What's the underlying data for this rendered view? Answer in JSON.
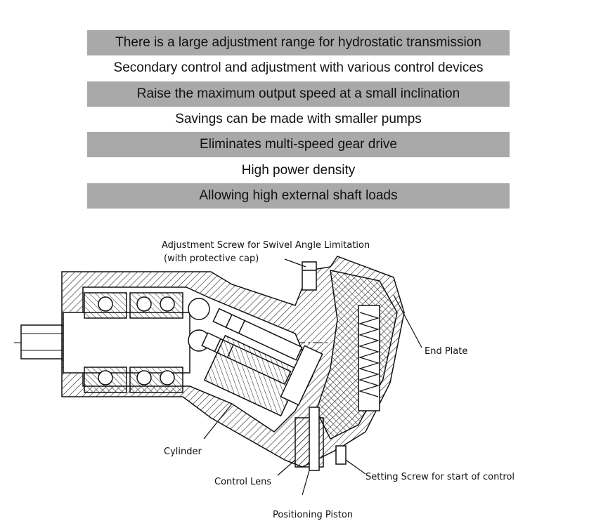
{
  "features": [
    {
      "text": "There is a large adjustment range for hydrostatic transmission",
      "shaded": true
    },
    {
      "text": "Secondary control and adjustment with various control devices",
      "shaded": false
    },
    {
      "text": "Raise the maximum output speed at a small inclination",
      "shaded": true
    },
    {
      "text": "Savings can be made with smaller pumps",
      "shaded": false
    },
    {
      "text": "Eliminates multi-speed gear drive",
      "shaded": true
    },
    {
      "text": "High power density",
      "shaded": false
    },
    {
      "text": "Allowing high external shaft loads",
      "shaded": true
    }
  ],
  "labels": {
    "adjustment_screw_line1": "Adjustment Screw for Swivel Angle Limitation",
    "adjustment_screw_line2": "(with protective cap)",
    "end_plate": "End Plate",
    "cylinder": "Cylinder",
    "control_lens": "Control Lens",
    "setting_screw": "Setting Screw for start of control",
    "positioning_piston": "Positioning Piston"
  }
}
